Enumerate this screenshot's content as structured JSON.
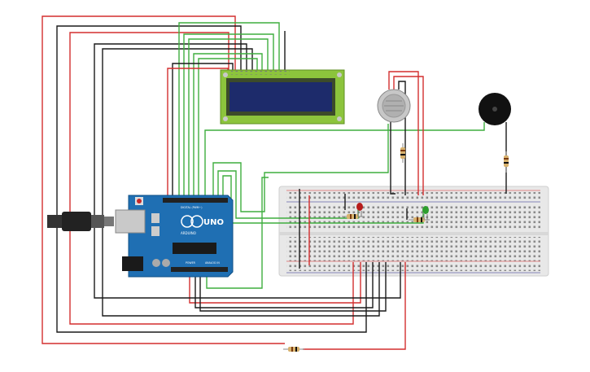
{
  "arduino": {
    "brand": "UNO",
    "maker_label": "ARDUINO",
    "header_digital": "DIGITAL (PWM~)",
    "header_power": "POWER",
    "header_analog": "ANALOG IN"
  },
  "colors": {
    "red_wire": "#d32f2f",
    "black_wire": "#1a1a1a",
    "green_wire": "#3fae3f",
    "board": "#1f6fb3",
    "lcd_body": "#7cb83a",
    "lcd_screen": "#1d2b6b",
    "breadboard": "#eaeaea"
  },
  "components": {
    "lcd": "lcd-16x2",
    "gas_sensor": "gas-sensor",
    "buzzer": "piezo-buzzer",
    "led_red": "red-led",
    "led_green": "green-led"
  }
}
